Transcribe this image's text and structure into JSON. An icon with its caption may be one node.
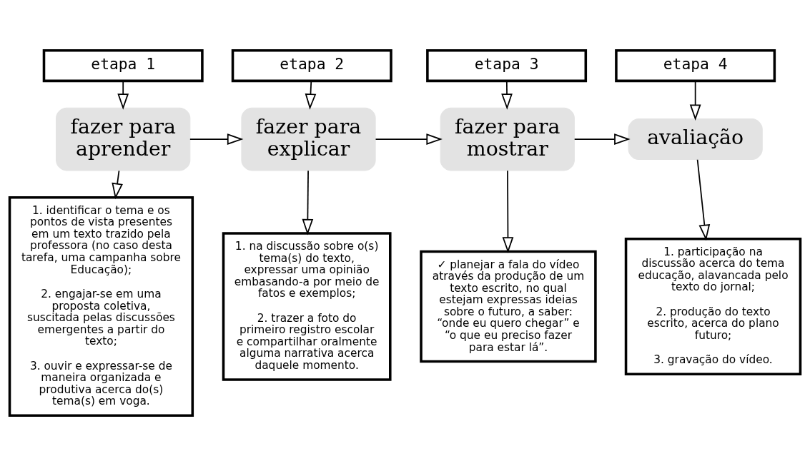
{
  "diagram": {
    "nodes": [
      {
        "text": [
          "etapa 1"
        ]
      },
      {
        "text": [
          "etapa 2"
        ]
      },
      {
        "text": [
          "etapa 3"
        ]
      },
      {
        "text": [
          "etapa 4"
        ]
      },
      {
        "text": [
          "fazer para aprender"
        ]
      },
      {
        "text": [
          "fazer para explicar"
        ]
      },
      {
        "text": [
          "fazer para mostrar"
        ]
      },
      {
        "text": [
          "avaliação"
        ]
      },
      {
        "text": [
          "1. identificar o tema e os pontos de vista presentes em um texto trazido pela professora (no caso desta tarefa, uma campanha sobre Educação);",
          "2. engajar-se em uma proposta coletiva, suscitada pelas discussões emergentes a partir do texto;",
          "3. ouvir e expressar-se de maneira organizada e produtiva acerca do(s) tema(s) em voga."
        ]
      },
      {
        "text": [
          "1. na discussão sobre o(s) tema(s) do texto, expressar uma opinião embasando-a por meio de fatos e exemplos;",
          "2. trazer a foto do primeiro registro escolar e compartilhar oralmente alguma narrativa acerca daquele momento."
        ]
      },
      {
        "text": [
          "✓ planejar a fala do vídeo através da produção de um texto escrito, no qual estejam expressas ideias sobre o futuro, a saber: “onde eu quero chegar” e “o que eu preciso fazer para estar lá”."
        ]
      },
      {
        "text": [
          "1. participação na discussão acerca do tema educação, alavancada pelo texto do jornal;",
          "2. produção do texto escrito, acerca do plano futuro;",
          "3. gravação do vídeo."
        ]
      }
    ],
    "edges": [
      {
        "from": 0,
        "to": 4,
        "arrow": "to"
      },
      {
        "from": 1,
        "to": 5,
        "arrow": "to"
      },
      {
        "from": 2,
        "to": 6,
        "arrow": "to"
      },
      {
        "from": 3,
        "to": 7,
        "arrow": "to"
      },
      {
        "from": 4,
        "to": 5,
        "arrow": "to"
      },
      {
        "from": 5,
        "to": 6,
        "arrow": "to"
      },
      {
        "from": 6,
        "to": 7,
        "arrow": "to"
      },
      {
        "from": 4,
        "to": 8,
        "arrow": "to"
      },
      {
        "from": 5,
        "to": 9,
        "arrow": "to"
      },
      {
        "from": 6,
        "to": 10,
        "arrow": "to"
      },
      {
        "from": 7,
        "to": 11,
        "arrow": "to"
      }
    ]
  }
}
